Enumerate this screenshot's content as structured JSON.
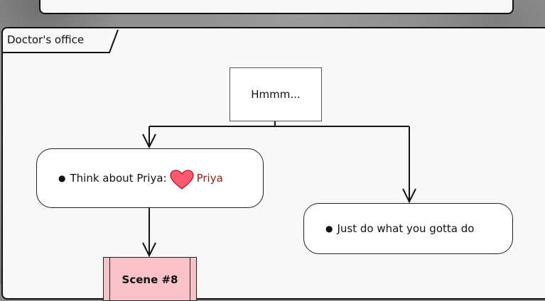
{
  "scene": {
    "title": "Doctor's office"
  },
  "prompt": {
    "text": "Hmmm..."
  },
  "choices": [
    {
      "text": "Think about Priya:",
      "effect_icon": "heart-icon",
      "effect_label": "Priya",
      "effect_color": "#9a1c16"
    },
    {
      "text": "Just do what you gotta do"
    }
  ],
  "next_scene": {
    "label": "Scene #8"
  },
  "colors": {
    "heart": "#ff5a6e",
    "scene_box": "#f9c2c9"
  }
}
